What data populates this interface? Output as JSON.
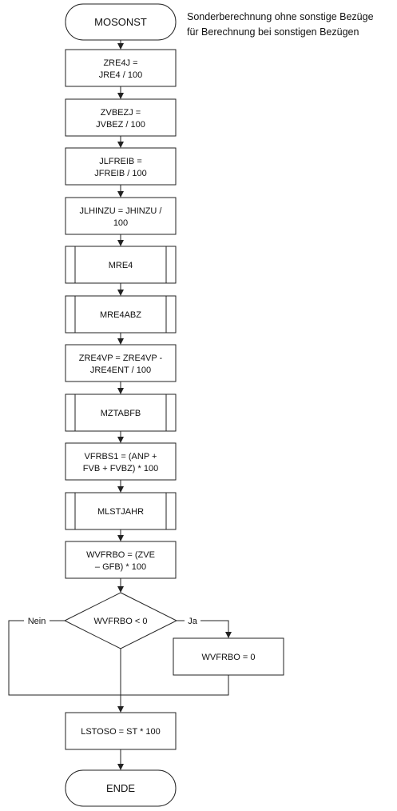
{
  "annotation": {
    "line1": "Sonderberechnung ohne sonstige Bezüge",
    "line2": "für Berechnung bei sonstigen Bezügen"
  },
  "start": {
    "label": "MOSONST"
  },
  "steps": [
    {
      "id": "zre4j",
      "kind": "process",
      "lines": [
        "ZRE4J =",
        "JRE4  / 100"
      ]
    },
    {
      "id": "zvbezj",
      "kind": "process",
      "lines": [
        "ZVBEZJ =",
        "JVBEZ / 100"
      ]
    },
    {
      "id": "jlfreib",
      "kind": "process",
      "lines": [
        "JLFREIB =",
        "JFREIB / 100"
      ]
    },
    {
      "id": "jlhinzu",
      "kind": "process",
      "lines": [
        "JLHINZU = JHINZU /",
        "100"
      ]
    },
    {
      "id": "mre4",
      "kind": "subprocess",
      "lines": [
        "MRE4"
      ]
    },
    {
      "id": "mre4abz",
      "kind": "subprocess",
      "lines": [
        "MRE4ABZ"
      ]
    },
    {
      "id": "zre4vp",
      "kind": "process",
      "lines": [
        "ZRE4VP = ZRE4VP -",
        "JRE4ENT / 100"
      ]
    },
    {
      "id": "mztabfb",
      "kind": "subprocess",
      "lines": [
        "MZTABFB"
      ]
    },
    {
      "id": "vfrbs1",
      "kind": "process",
      "lines": [
        "VFRBS1 = (ANP +",
        "FVB + FVBZ) * 100"
      ]
    },
    {
      "id": "mlstjahr",
      "kind": "subprocess",
      "lines": [
        "MLSTJAHR"
      ]
    },
    {
      "id": "wvfrbo",
      "kind": "process",
      "lines": [
        "WVFRBO = (ZVE",
        "– GFB) * 100"
      ]
    }
  ],
  "decision": {
    "label": "WVFRBO < 0",
    "no_label": "Nein",
    "yes_label": "Ja",
    "yes_action": "WVFRBO = 0"
  },
  "final_step": {
    "label": "LSTOSO = ST * 100"
  },
  "end": {
    "label": "ENDE"
  }
}
